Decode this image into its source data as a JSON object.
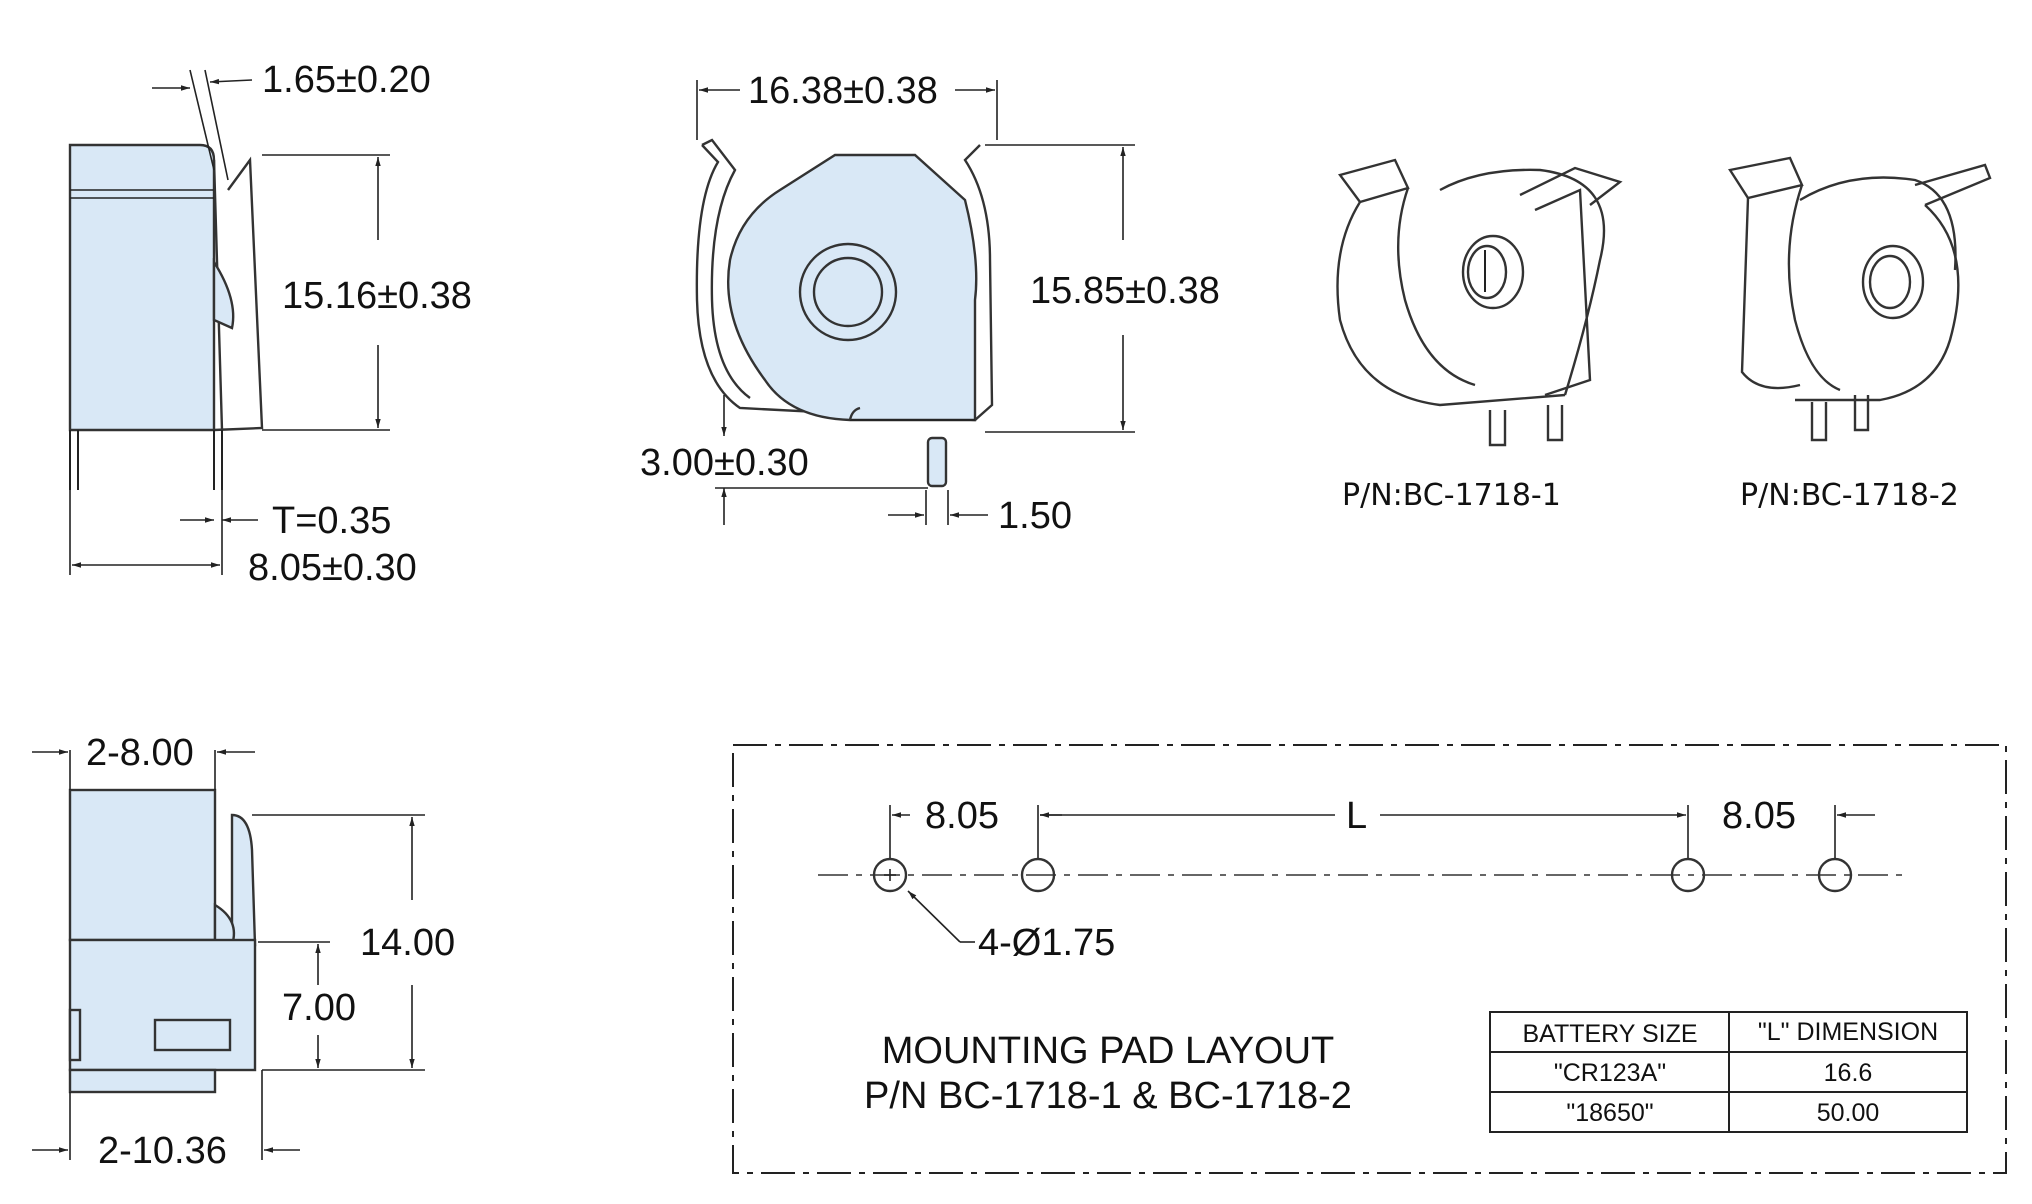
{
  "dimensions": {
    "side_top_thickness": "1.65±0.20",
    "side_height": "15.16±0.38",
    "side_thickness": "T=0.35",
    "side_width": "8.05±0.30",
    "front_width": "16.38±0.38",
    "front_height": "15.85±0.38",
    "front_pin_height": "3.00±0.30",
    "front_pin_width": "1.50",
    "bottom_top_width": "2-8.00",
    "bottom_height": "14.00",
    "bottom_mid_height": "7.00",
    "bottom_width": "2-10.36"
  },
  "part_labels": {
    "part1": "P/N:BC-1718-1",
    "part2": "P/N:BC-1718-2"
  },
  "pad_layout": {
    "left_spacing": "8.05",
    "center_spacing": "L",
    "right_spacing": "8.05",
    "hole_callout": "4-Ø1.75",
    "title_line1": "MOUNTING PAD LAYOUT",
    "title_line2": "P/N BC-1718-1 & BC-1718-2"
  },
  "table": {
    "headers": [
      "BATTERY SIZE",
      "\"L\" DIMENSION"
    ],
    "rows": [
      [
        "\"CR123A\"",
        "16.6"
      ],
      [
        "\"18650\"",
        "50.00"
      ]
    ]
  },
  "colors": {
    "body_fill": "#d9e8f6",
    "line": "#222222"
  }
}
